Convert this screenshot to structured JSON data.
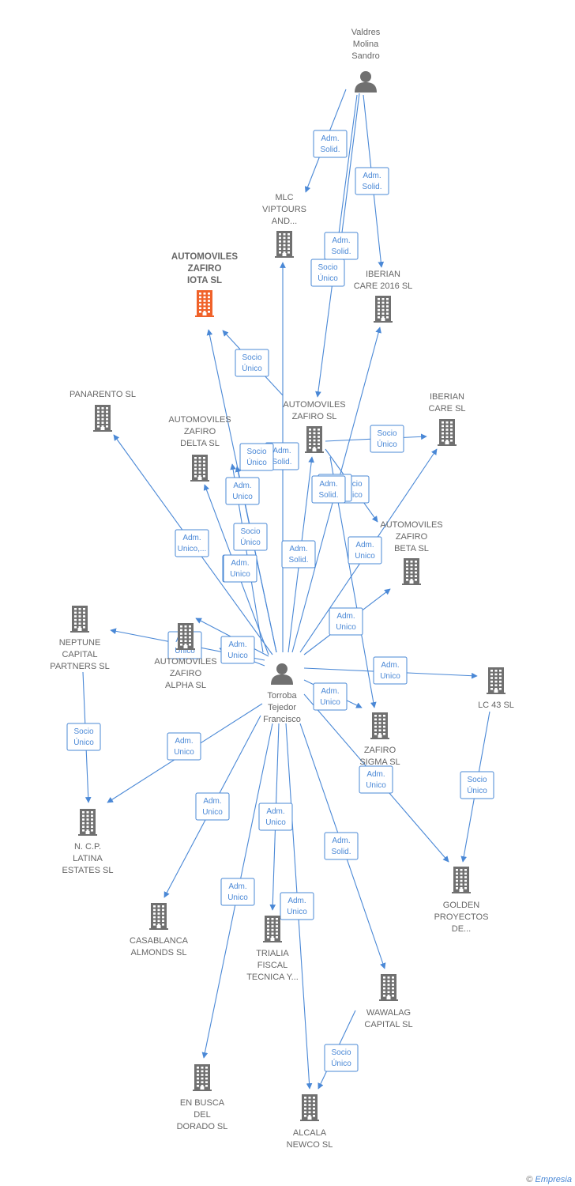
{
  "colors": {
    "edge": "#4a88d6",
    "company": "#707070",
    "highlight": "#f0622a",
    "person": "#707070"
  },
  "nodes": [
    {
      "id": "valdres",
      "type": "person",
      "lines": [
        "Valdres",
        "Molina",
        "Sandro"
      ]
    },
    {
      "id": "torroba",
      "type": "person",
      "lines": [
        "Torroba",
        "Tejedor",
        "Francisco"
      ]
    },
    {
      "id": "iota",
      "type": "company",
      "highlight": true,
      "lines": [
        "AUTOMOVILES",
        "ZAFIRO",
        "IOTA SL"
      ]
    },
    {
      "id": "mlc",
      "type": "company",
      "lines": [
        "MLC",
        "VIPTOURS",
        "AND..."
      ]
    },
    {
      "id": "iberian2016",
      "type": "company",
      "lines": [
        "IBERIAN",
        "CARE 2016 SL"
      ]
    },
    {
      "id": "panarento",
      "type": "company",
      "lines": [
        "PANARENTO SL"
      ]
    },
    {
      "id": "delta",
      "type": "company",
      "lines": [
        "AUTOMOVILES",
        "ZAFIRO",
        "DELTA SL"
      ]
    },
    {
      "id": "zafiro",
      "type": "company",
      "lines": [
        "AUTOMOVILES",
        "ZAFIRO SL"
      ]
    },
    {
      "id": "iberian",
      "type": "company",
      "lines": [
        "IBERIAN",
        "CARE SL"
      ]
    },
    {
      "id": "beta",
      "type": "company",
      "lines": [
        "AUTOMOVILES",
        "ZAFIRO",
        "BETA SL"
      ]
    },
    {
      "id": "neptune",
      "type": "company",
      "lines": [
        "NEPTUNE",
        "CAPITAL",
        "PARTNERS SL"
      ]
    },
    {
      "id": "alpha",
      "type": "company",
      "lines": [
        "AUTOMOVILES",
        "ZAFIRO",
        "ALPHA SL"
      ]
    },
    {
      "id": "lc43",
      "type": "company",
      "lines": [
        "LC 43 SL"
      ]
    },
    {
      "id": "sigma",
      "type": "company",
      "lines": [
        "ZAFIRO",
        "SIGMA SL"
      ]
    },
    {
      "id": "ncp",
      "type": "company",
      "lines": [
        "N. C.P.",
        "LATINA",
        "ESTATES SL"
      ]
    },
    {
      "id": "golden",
      "type": "company",
      "lines": [
        "GOLDEN",
        "PROYECTOS",
        "DE..."
      ]
    },
    {
      "id": "casablanca",
      "type": "company",
      "lines": [
        "CASABLANCA",
        "ALMONDS SL"
      ]
    },
    {
      "id": "trialia",
      "type": "company",
      "lines": [
        "TRIALIA",
        "FISCAL",
        "TECNICA Y..."
      ]
    },
    {
      "id": "wawalag",
      "type": "company",
      "lines": [
        "WAWALAG",
        "CAPITAL SL"
      ]
    },
    {
      "id": "enbusca",
      "type": "company",
      "lines": [
        "EN BUSCA",
        "DEL",
        "DORADO SL"
      ]
    },
    {
      "id": "alcala",
      "type": "company",
      "lines": [
        "ALCALA",
        "NEWCO SL"
      ]
    }
  ],
  "edges": [
    {
      "from": "valdres",
      "to": "mlc",
      "label": [
        "Adm.",
        "Solid."
      ]
    },
    {
      "from": "valdres",
      "to": "iberian2016",
      "label": [
        "Adm.",
        "Solid."
      ]
    },
    {
      "from": "valdres",
      "to": "mlc",
      "label": [
        "Adm.",
        "Solid."
      ]
    },
    {
      "from": "valdres",
      "to": "zafiro",
      "label": [
        "Socio",
        "Único"
      ]
    },
    {
      "from": "zafiro",
      "to": "iota",
      "label": [
        "Socio",
        "Único"
      ]
    },
    {
      "from": "torroba",
      "to": "iota",
      "label": [
        "Adm.",
        "Unico"
      ]
    },
    {
      "from": "torroba",
      "to": "panarento",
      "label": [
        "Adm.",
        "Unico,..."
      ]
    },
    {
      "from": "torroba",
      "to": "delta",
      "label": [
        "Adm.",
        "Unico"
      ]
    },
    {
      "from": "torroba",
      "to": "delta",
      "label": [
        "Socio",
        "Único"
      ]
    },
    {
      "from": "torroba",
      "to": "mlc",
      "label": [
        "Adm.",
        "Solid."
      ]
    },
    {
      "from": "torroba",
      "to": "zafiro",
      "label": [
        "Adm.",
        "Solid."
      ]
    },
    {
      "from": "zafiro",
      "to": "iberian",
      "label": [
        "Socio",
        "Único"
      ]
    },
    {
      "from": "zafiro",
      "to": "beta",
      "label": [
        "Socio",
        "Único"
      ]
    },
    {
      "from": "torroba",
      "to": "iberian2016",
      "label": [
        "Adm.",
        "Solid."
      ]
    },
    {
      "from": "torroba",
      "to": "iberian",
      "label": [
        "Adm.",
        "Unico"
      ]
    },
    {
      "from": "torroba",
      "to": "beta",
      "label": [
        "Adm.",
        "Unico"
      ]
    },
    {
      "from": "torroba",
      "to": "zafiro",
      "label": [
        "Socio",
        "Único"
      ]
    },
    {
      "from": "torroba",
      "to": "alpha",
      "label": [
        "Adm.",
        "Unico"
      ]
    },
    {
      "from": "torroba",
      "to": "neptune",
      "label": [
        "Adm.",
        "Unico"
      ]
    },
    {
      "from": "torroba",
      "to": "alpha",
      "label": [
        "Adm.",
        "Unico"
      ]
    },
    {
      "from": "torroba",
      "to": "lc43",
      "label": [
        "Adm.",
        "Unico"
      ]
    },
    {
      "from": "torroba",
      "to": "sigma",
      "label": [
        "Adm.",
        "Unico"
      ]
    },
    {
      "from": "torroba",
      "to": "golden",
      "label": [
        "Adm.",
        "Unico"
      ]
    },
    {
      "from": "zafiro",
      "to": "sigma",
      "label": [
        "Adm.",
        "Solid."
      ]
    },
    {
      "from": "neptune",
      "to": "ncp",
      "label": [
        "Socio",
        "Único"
      ]
    },
    {
      "from": "torroba",
      "to": "ncp",
      "label": [
        "Adm.",
        "Unico"
      ]
    },
    {
      "from": "lc43",
      "to": "golden",
      "label": [
        "Socio",
        "Único"
      ]
    },
    {
      "from": "torroba",
      "to": "casablanca",
      "label": [
        "Adm.",
        "Unico"
      ]
    },
    {
      "from": "torroba",
      "to": "trialia",
      "label": [
        "Adm.",
        "Unico"
      ]
    },
    {
      "from": "torroba",
      "to": "wawalag",
      "label": [
        "Adm.",
        "Solid."
      ]
    },
    {
      "from": "torroba",
      "to": "enbusca",
      "label": [
        "Adm.",
        "Unico"
      ]
    },
    {
      "from": "torroba",
      "to": "alcala",
      "label": [
        "Adm.",
        "Unico"
      ]
    },
    {
      "from": "wawalag",
      "to": "alcala",
      "label": [
        "Socio",
        "Único"
      ]
    }
  ],
  "brand": {
    "copyright": "©",
    "name": "Empresia"
  }
}
